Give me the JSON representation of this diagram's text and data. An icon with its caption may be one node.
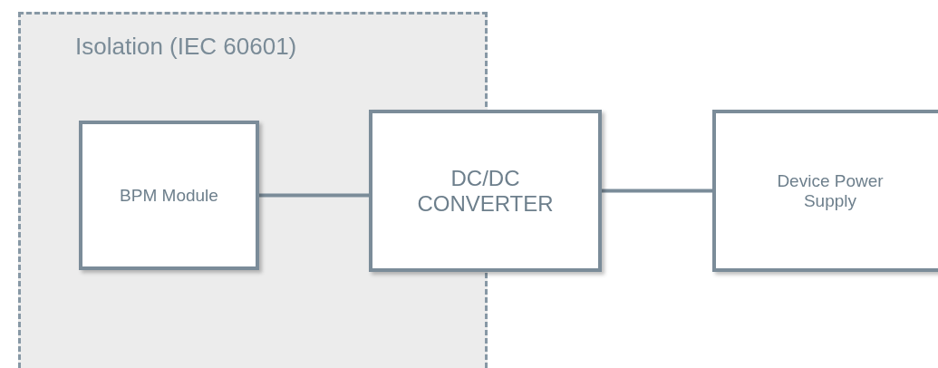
{
  "diagram": {
    "nodes": [
      {
        "text": [
          "Isolation (IEC 60601)"
        ]
      },
      {
        "text": [
          "BPM Module"
        ],
        "in": 0
      },
      {
        "text": [
          "DC/DC CONVERTER"
        ]
      },
      {
        "text": [
          "Device Power Supply"
        ]
      }
    ],
    "edges": [
      {
        "from": 1,
        "to": 2,
        "arrow": "none"
      },
      {
        "from": 2,
        "to": 3,
        "arrow": "none"
      }
    ]
  }
}
